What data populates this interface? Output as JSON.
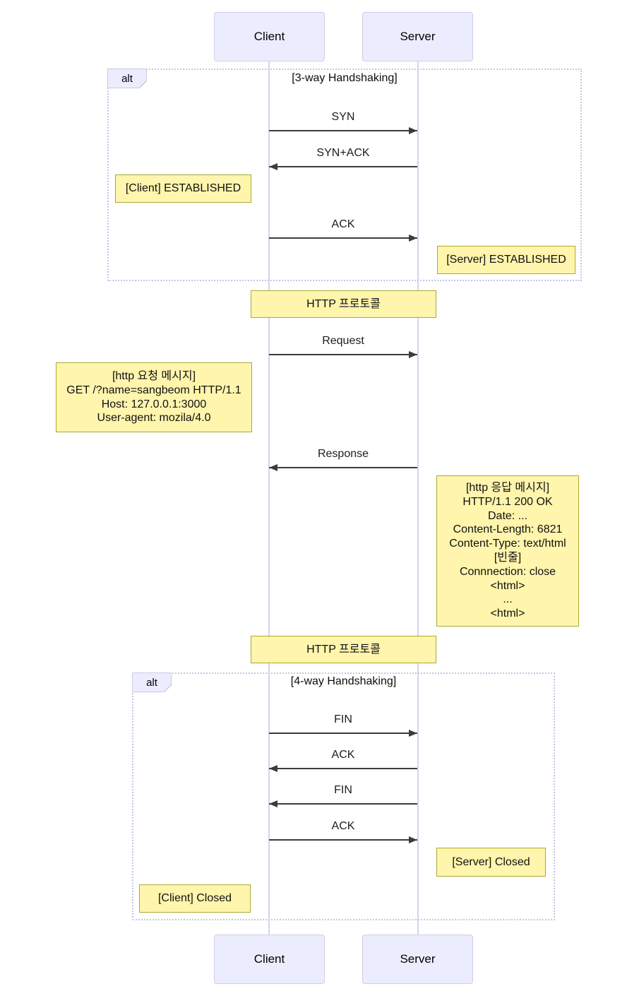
{
  "diagram": {
    "type": "sequence-diagram",
    "participants": [
      {
        "id": "client",
        "label": "Client"
      },
      {
        "id": "server",
        "label": "Server"
      }
    ],
    "frames": [
      {
        "kind": "alt",
        "label": "alt",
        "title": "[3-way Handshaking]"
      },
      {
        "kind": "alt",
        "label": "alt",
        "title": "[4-way Handshaking]"
      }
    ],
    "messages": [
      {
        "label": "SYN",
        "from": "client",
        "to": "server",
        "direction": "right"
      },
      {
        "label": "SYN+ACK",
        "from": "server",
        "to": "client",
        "direction": "left"
      },
      {
        "label": "ACK",
        "from": "client",
        "to": "server",
        "direction": "right"
      },
      {
        "label": "Request",
        "from": "client",
        "to": "server",
        "direction": "right"
      },
      {
        "label": "Response",
        "from": "server",
        "to": "client",
        "direction": "left"
      },
      {
        "label": "FIN",
        "from": "client",
        "to": "server",
        "direction": "right"
      },
      {
        "label": "ACK",
        "from": "server",
        "to": "client",
        "direction": "left"
      },
      {
        "label": "FIN",
        "from": "server",
        "to": "client",
        "direction": "left"
      },
      {
        "label": "ACK",
        "from": "client",
        "to": "server",
        "direction": "right"
      }
    ],
    "notes": {
      "client_established": {
        "lines": [
          "[Client] ESTABLISHED"
        ]
      },
      "server_established": {
        "lines": [
          "[Server] ESTABLISHED"
        ]
      },
      "http_protocol_1": {
        "lines": [
          "HTTP 프로토콜"
        ]
      },
      "http_request": {
        "lines": [
          "[http 요청 메시지]",
          "GET /?name=sangbeom HTTP/1.1",
          "Host: 127.0.0.1:3000",
          "User-agent: mozila/4.0"
        ]
      },
      "http_response": {
        "lines": [
          "[http 응답 메시지]",
          "HTTP/1.1 200 OK",
          "Date: ...",
          "Content-Length: 6821",
          "Content-Type: text/html",
          "[빈줄]",
          "Connnection: close",
          "<html>",
          "...",
          "<html>"
        ]
      },
      "http_protocol_2": {
        "lines": [
          "HTTP 프로토콜"
        ]
      },
      "server_closed": {
        "lines": [
          "[Server] Closed"
        ]
      },
      "client_closed": {
        "lines": [
          "[Client] Closed"
        ]
      }
    },
    "colors": {
      "actor_fill": "#ECECFF",
      "actor_border": "#cfcfe6",
      "lifeline": "#d4d4ee",
      "frame_border": "#c5c5e7",
      "note_fill": "#fff5ad",
      "note_border": "#aaaa33",
      "arrow": "#3c3c3c",
      "background": "#ffffff"
    }
  }
}
